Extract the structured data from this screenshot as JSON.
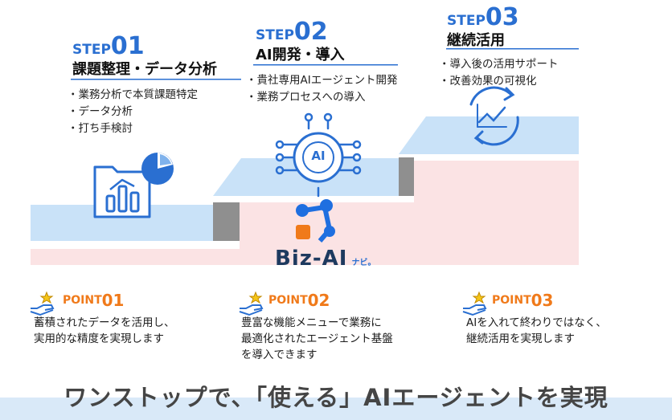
{
  "steps": [
    {
      "word": "STEP",
      "num": "01",
      "title": "課題整理・データ分析",
      "bullets": [
        "業務分析で本質課題特定",
        "データ分析",
        "打ち手検討"
      ]
    },
    {
      "word": "STEP",
      "num": "02",
      "title": "AI開発・導入",
      "bullets": [
        "貴社専用AIエージェント開発",
        "業務プロセスへの導入"
      ]
    },
    {
      "word": "STEP",
      "num": "03",
      "title": "継続活用",
      "bullets": [
        "導入後の活用サポート",
        "改善効果の可視化"
      ]
    }
  ],
  "ai_chip_label": "AI",
  "brand": {
    "name": "Biz-AI",
    "suffix": "ナビ。"
  },
  "points": [
    {
      "word": "POINT",
      "num": "01",
      "lines": [
        "蓄積されたデータを活用し、",
        "実用的な精度を実現します"
      ]
    },
    {
      "word": "POINT",
      "num": "02",
      "lines": [
        "豊富な機能メニューで業務に",
        "最適化されたエージェント基盤",
        "を導入できます"
      ]
    },
    {
      "word": "POINT",
      "num": "03",
      "lines": [
        "AIを入れて終わりではなく、",
        "継続活用を実現します"
      ]
    }
  ],
  "tagline": "ワンストップで、「使える」AIエージェントを実現",
  "colors": {
    "accent_blue": "#2a6fd1",
    "accent_orange": "#f07a1a",
    "stair_blue": "#c9e2f8",
    "stair_pink": "#fbe3e4"
  }
}
